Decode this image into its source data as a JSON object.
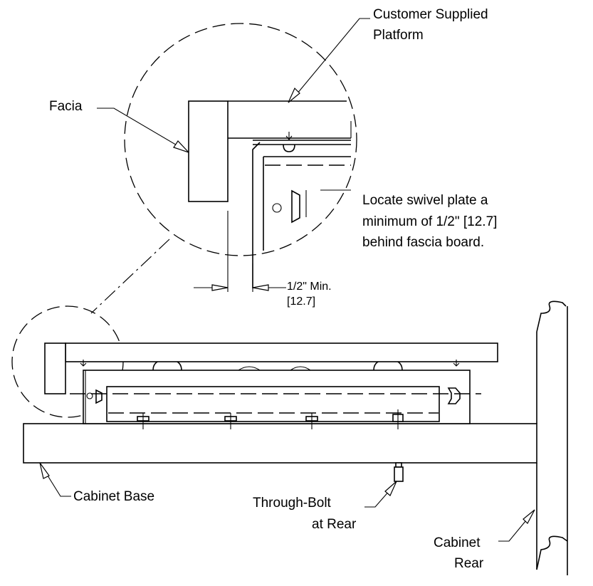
{
  "labels": {
    "platform_line1": "Customer Supplied",
    "platform_line2": "Platform",
    "facia": "Facia",
    "note_line1": "Locate swivel plate a",
    "note_line2": "minimum of 1/2\" [12.7]",
    "note_line3": "behind fascia board.",
    "dim_line1": "1/2\" Min.",
    "dim_line2": "[12.7]",
    "cabinet_base": "Cabinet Base",
    "through_bolt_line1": "Through-Bolt",
    "through_bolt_line2": "at Rear",
    "cabinet_rear_line1": "Cabinet",
    "cabinet_rear_line2": "Rear"
  }
}
